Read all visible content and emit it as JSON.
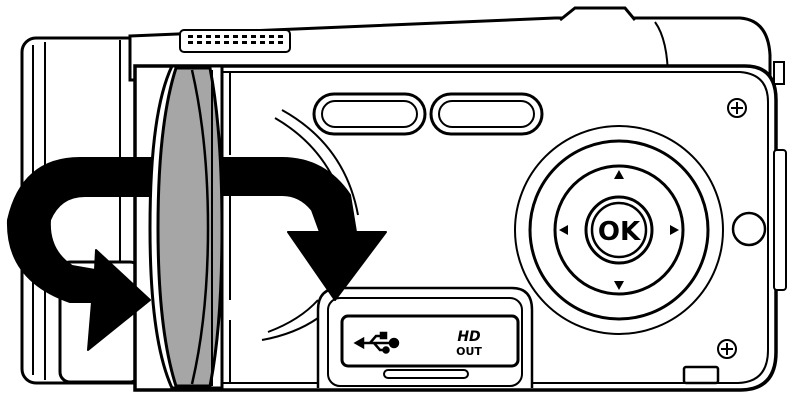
{
  "diagram": {
    "ok_button": {
      "label": "OK"
    },
    "usb_port": {
      "icon": "usb-icon"
    },
    "hd_out_port": {
      "label_top": "HD",
      "label_bottom": "OUT"
    },
    "colors": {
      "line": "#000000",
      "body": "#ffffff",
      "screen_edge": "#a6a6a6",
      "screen_edge_dark": "#7a7a7a"
    },
    "rotation_arrows": {
      "count": 2,
      "icon": "curved-arrow-icon"
    }
  }
}
